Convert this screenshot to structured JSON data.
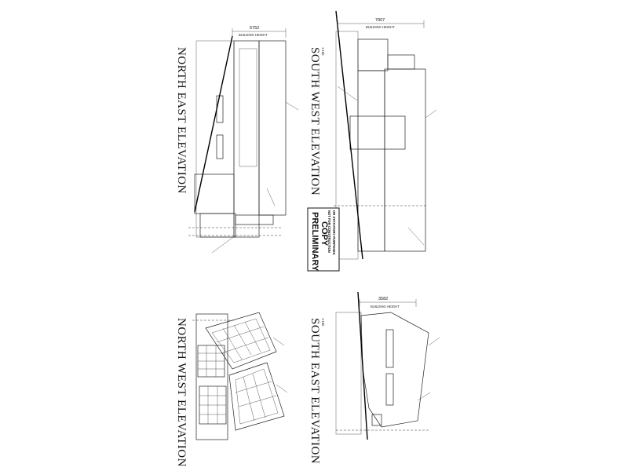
{
  "elevations": {
    "north_east": {
      "title": "NORTH EAST ELEVATION",
      "height": "5752",
      "height_label": "BUILDING HEIGHT"
    },
    "south_west": {
      "title": "SOUTH WEST ELEVATION",
      "scale": "1:100",
      "height": "7907",
      "height_label": "BUILDING HEIGHT"
    },
    "north_west": {
      "title": "NORTH WEST ELEVATION"
    },
    "south_east": {
      "title": "SOUTH EAST ELEVATION",
      "scale": "1:100",
      "height": "3582",
      "height_label": "BUILDING HEIGHT"
    }
  },
  "stamp": {
    "line1": "PRELIMINARY",
    "line2": "COPY",
    "line3": "NOT FOR CONSTRUCTION",
    "line4": "OR STATUTORY PURPOSES"
  },
  "colors": {
    "line": "#222222",
    "fill_grey": "#9a9a9a",
    "fill_light": "#dcdcdc",
    "background": "#ffffff"
  }
}
